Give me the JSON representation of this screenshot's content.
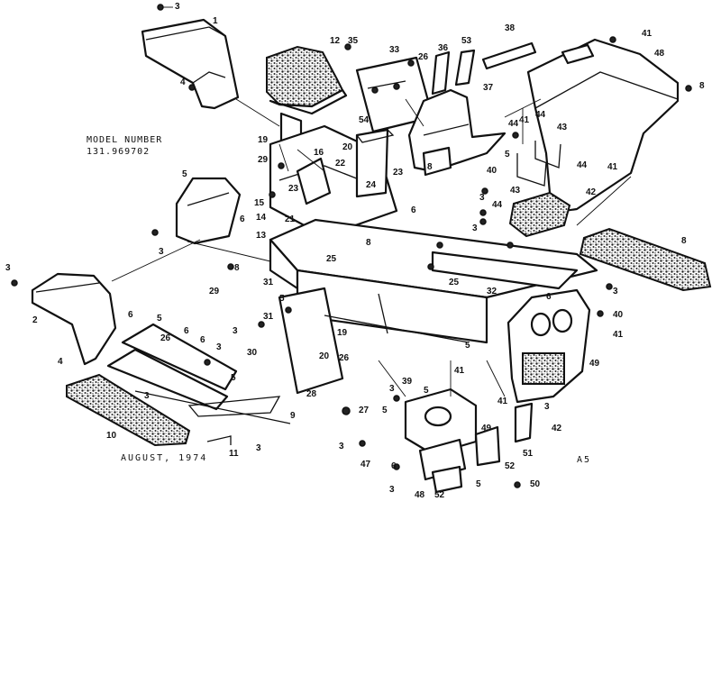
{
  "header": {
    "model_label": "MODEL NUMBER",
    "model_number": "131.969702"
  },
  "footer": {
    "date": "AUGUST, 1974",
    "page_code": "A5"
  },
  "callouts": {
    "c1": "1",
    "c2": "2",
    "c3": "3",
    "c4": "4",
    "c5": "5",
    "c6": "6",
    "c8": "8",
    "c9": "9",
    "c10": "10",
    "c11": "11",
    "c12": "12",
    "c13": "13",
    "c14": "14",
    "c15": "15",
    "c16": "16",
    "c19": "19",
    "c20": "20",
    "c21": "21",
    "c22": "22",
    "c23": "23",
    "c24": "24",
    "c25": "25",
    "c26": "26",
    "c27": "27",
    "c28": "28",
    "c29": "29",
    "c30": "30",
    "c31": "31",
    "c32": "32",
    "c33": "33",
    "c35": "35",
    "c36": "36",
    "c37": "37",
    "c38": "38",
    "c39": "39",
    "c40": "40",
    "c41": "41",
    "c42": "42",
    "c43": "43",
    "c44": "44",
    "c47": "47",
    "c48": "48",
    "c49": "49",
    "c50": "50",
    "c51": "51",
    "c52": "52",
    "c53": "53",
    "c54": "54"
  }
}
